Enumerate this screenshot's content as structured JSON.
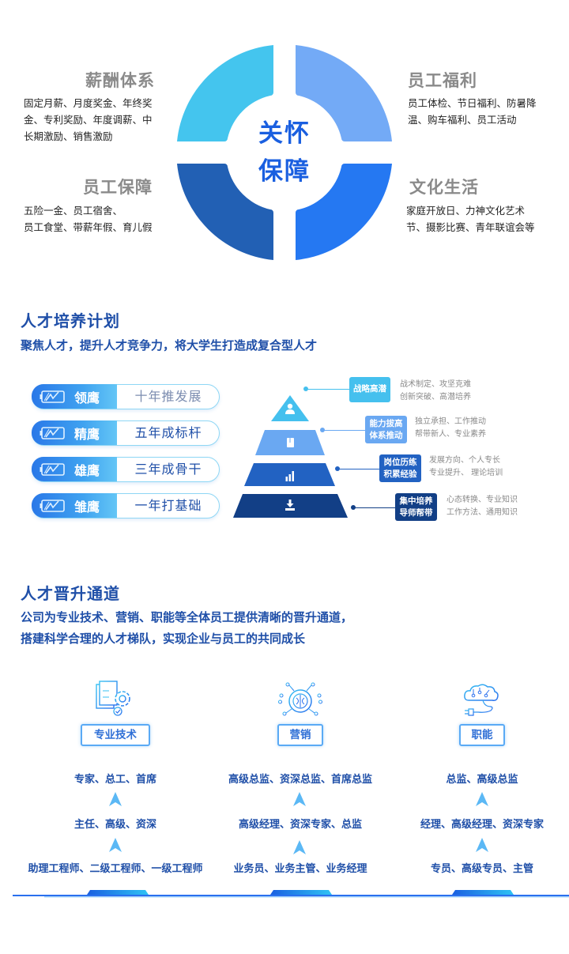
{
  "care": {
    "center_title_line1": "关怀",
    "center_title_line2": "保障",
    "colors": {
      "top_left": "#44c5ee",
      "top_right": "#73aaf6",
      "bottom_left": "#2260b4",
      "bottom_right": "#2578f2",
      "center_text": "#1a5fe0"
    },
    "quadrants": [
      {
        "title": "薪酬体系",
        "lines": [
          "固定月薪、月度奖金、年终奖",
          "金、专利奖励、年度调薪、中",
          "长期激励、销售激励"
        ]
      },
      {
        "title": "员工福利",
        "lines": [
          "员工体检、节日福利、防暑降",
          "温、购车福利、员工活动"
        ]
      },
      {
        "title": "员工保障",
        "lines": [
          "五险一金、员工宿舍、",
          "员工食堂、带薪年假、育儿假"
        ]
      },
      {
        "title": "文化生活",
        "lines": [
          "家庭开放日、力神文化艺术",
          "节、摄影比赛、青年联谊会等"
        ]
      }
    ]
  },
  "training": {
    "title": "人才培养计划",
    "subtitle": "聚焦人才，提升人才竞争力，将大学生打造成复合型人才",
    "pills": [
      {
        "name": "领鹰",
        "goal": "十年推发展",
        "icon": "battery-lightning-icon"
      },
      {
        "name": "精鹰",
        "goal": "五年成标杆",
        "icon": "battery-lightning-icon"
      },
      {
        "name": "雄鹰",
        "goal": "三年成骨干",
        "icon": "battery-lightning-icon"
      },
      {
        "name": "雏鹰",
        "goal": "一年打基础",
        "icon": "battery-lightning-icon"
      }
    ],
    "pyramid": [
      {
        "tag_line1": "战略高潜",
        "tag_line2": "",
        "desc_line1": "战术制定、攻坚克难",
        "desc_line2": "创新突破、高潜培养",
        "color": "#45c0ee",
        "icon": "person-icon"
      },
      {
        "tag_line1": "能力拔高",
        "tag_line2": "体系推动",
        "desc_line1": "独立承担、工作推动",
        "desc_line2": "帮带新人、专业素养",
        "color": "#6aa8f2",
        "icon": "document-icon"
      },
      {
        "tag_line1": "岗位历练",
        "tag_line2": "积累经验",
        "desc_line1": "发展方向、个人专长",
        "desc_line2": "专业提升、 理论培训",
        "color": "#2262c2",
        "icon": "bar-chart-icon"
      },
      {
        "tag_line1": "集中培养",
        "tag_line2": "导师帮带",
        "desc_line1": "心态转换、专业知识",
        "desc_line2": "工作方法、通用知识",
        "color": "#123f86",
        "icon": "download-icon"
      }
    ]
  },
  "promotion": {
    "title": "人才晋升通道",
    "subtitle_line1": "公司为专业技术、营销、职能等全体员工提供清晰的晋升通道，",
    "subtitle_line2": "搭建科学合理的人才梯队，实现企业与员工的共同成长",
    "channels": [
      {
        "name": "专业技术",
        "icon": "document-gear-icon",
        "ranks": [
          "专家、总工、首席",
          "主任、高级、资深",
          "助理工程师、二级工程师、一级工程师"
        ]
      },
      {
        "name": "营销",
        "icon": "brain-circuit-icon",
        "ranks": [
          "高级总监、资深总监、首席总监",
          "高级经理、资深专家、总监",
          "业务员、业务主管、业务经理"
        ]
      },
      {
        "name": "职能",
        "icon": "cloud-brain-plug-icon",
        "ranks": [
          "总监、高级总监",
          "经理、高级经理、资深专家",
          "专员、高级专员、主管"
        ]
      }
    ]
  }
}
